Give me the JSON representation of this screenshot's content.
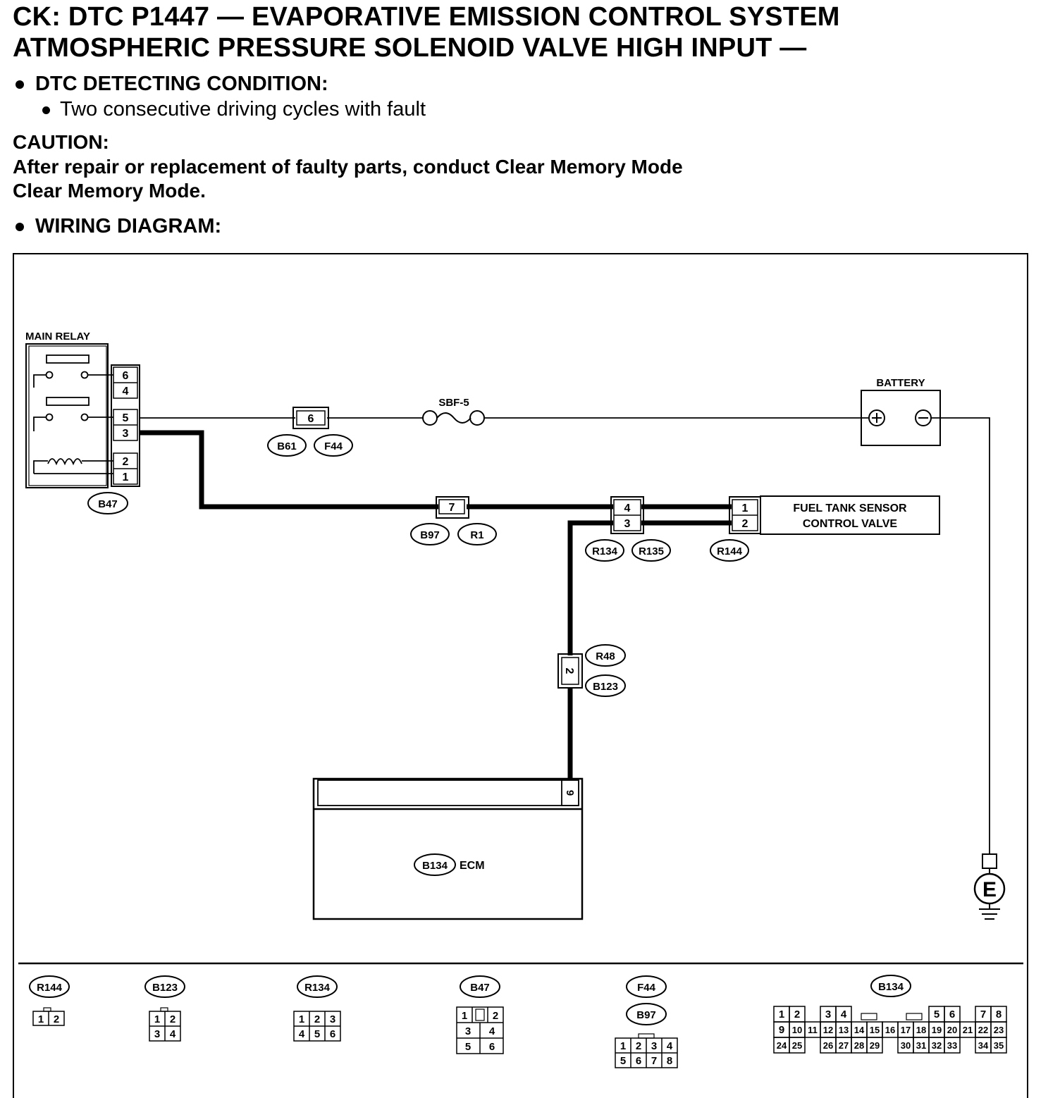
{
  "header": {
    "title_line1": "CK:  DTC P1447 — EVAPORATIVE EMISSION CONTROL SYSTEM",
    "title_line2": "ATMOSPHERIC PRESSURE SOLENOID VALVE HIGH INPUT —"
  },
  "detecting": {
    "heading": "DTC DETECTING CONDITION:",
    "item": "Two consecutive driving cycles with fault"
  },
  "caution": {
    "heading": "CAUTION:",
    "line1": "After repair or replacement of faulty parts, conduct Clear Memory Mode",
    "line2": "Clear Memory Mode."
  },
  "wiring": {
    "heading": "WIRING DIAGRAM:"
  },
  "diagram": {
    "main_relay": {
      "label": "MAIN RELAY",
      "pins": [
        "6",
        "4",
        "5",
        "3",
        "2",
        "1"
      ],
      "connector": "B47"
    },
    "joint_b61_f44": {
      "pin": "6",
      "connectors": [
        "B61",
        "F44"
      ]
    },
    "fuse": {
      "label": "SBF-5"
    },
    "battery": {
      "label": "BATTERY",
      "plus": "+",
      "minus": "−"
    },
    "joint_b97_r1": {
      "pin": "7",
      "connectors": [
        "B97",
        "R1"
      ]
    },
    "joint_r134_r135": {
      "pins": [
        "4",
        "3"
      ],
      "connectors": [
        "R134",
        "R135"
      ]
    },
    "valve": {
      "label_line1": "FUEL TANK SENSOR",
      "label_line2": "CONTROL VALVE",
      "pins": [
        "1",
        "2"
      ],
      "connector": "R144"
    },
    "joint_r48_b123": {
      "pin": "2",
      "connectors": [
        "R48",
        "B123"
      ]
    },
    "ecm": {
      "label": "ECM",
      "connector": "B134",
      "pin": "9"
    },
    "ground": {
      "label": "E"
    }
  },
  "connector_views": {
    "r144": {
      "name": "R144",
      "cells": [
        "1",
        "2"
      ]
    },
    "b123": {
      "name": "B123",
      "cells": [
        "1",
        "2",
        "3",
        "4"
      ]
    },
    "r134": {
      "name": "R134",
      "cells": [
        "1",
        "2",
        "3",
        "4",
        "5",
        "6"
      ]
    },
    "b47": {
      "name": "B47",
      "cells": [
        "1",
        "2",
        "3",
        "4",
        "5",
        "6"
      ]
    },
    "f44_b97": {
      "names": [
        "F44",
        "B97"
      ],
      "cells": [
        "1",
        "2",
        "3",
        "4",
        "5",
        "6",
        "7",
        "8"
      ]
    },
    "b134": {
      "name": "B134",
      "row1": [
        "1",
        "2",
        "3",
        "4",
        "5",
        "6",
        "7",
        "8"
      ],
      "row2": [
        "9",
        "10",
        "11",
        "12",
        "13",
        "14",
        "15",
        "16",
        "17",
        "18",
        "19",
        "20",
        "21",
        "22",
        "23"
      ],
      "row3": [
        "24",
        "25",
        "26",
        "27",
        "28",
        "29",
        "30",
        "31",
        "32",
        "33",
        "34",
        "35"
      ]
    }
  }
}
